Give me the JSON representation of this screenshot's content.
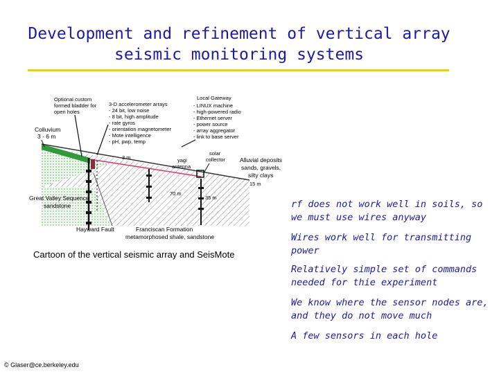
{
  "title": {
    "line1": "Development and refinement of vertical array",
    "line2": "seismic monitoring systems"
  },
  "diagram": {
    "optional_bladder": [
      "Optional custom",
      "formed bladder for",
      "open holes"
    ],
    "colluvium": [
      "Colluvium",
      "3 - 6 m"
    ],
    "accelerometer": [
      "3-D accelerometer arrays",
      "- 24 bit, low noise",
      "- 8 bit, high amplitude",
      "- rate gyros",
      "- orientation magnetometer",
      "- Mote intelligence",
      "- pH, pwp, temp"
    ],
    "gateway": [
      "Local Gateway",
      "- LINUX machine",
      "- high-powered radio",
      "- Ethernet server",
      "- power source",
      "- array aggregator",
      "- link to base server"
    ],
    "depth_3m": "3 m",
    "yagi": [
      "yagi",
      "antenna"
    ],
    "solar": [
      "solar",
      "collector"
    ],
    "alluvial": [
      "Alluvial deposits",
      "sands, gravels,",
      "silty clays"
    ],
    "depth_15m": "15 m",
    "depth_70m": "70 m",
    "depth_35m": "35 m",
    "great_valley": [
      "Great Valley Sequence",
      "sandstone"
    ],
    "hayward": "Hayward Fault",
    "franciscan": [
      "Franciscan Formation",
      "metamorphosed shale, sandstone"
    ]
  },
  "caption": "Cartoon of the vertical seismic array and SeisMote",
  "bullets": [
    "rf does not work well in soils, so we must use wires anyway",
    "Wires work well for transmitting power",
    "Relatively simple set of commands needed for thie experiment",
    "We know where the sensor nodes are, and they do not move much",
    "A few sensors in each hole"
  ],
  "credit": "© Glaser@ce.berkeley.edu",
  "colors": {
    "title": "#1a1aa6",
    "title_rule": "#f2d000",
    "colluvium": "#2e9a3a",
    "antenna_line": "#e03070"
  }
}
